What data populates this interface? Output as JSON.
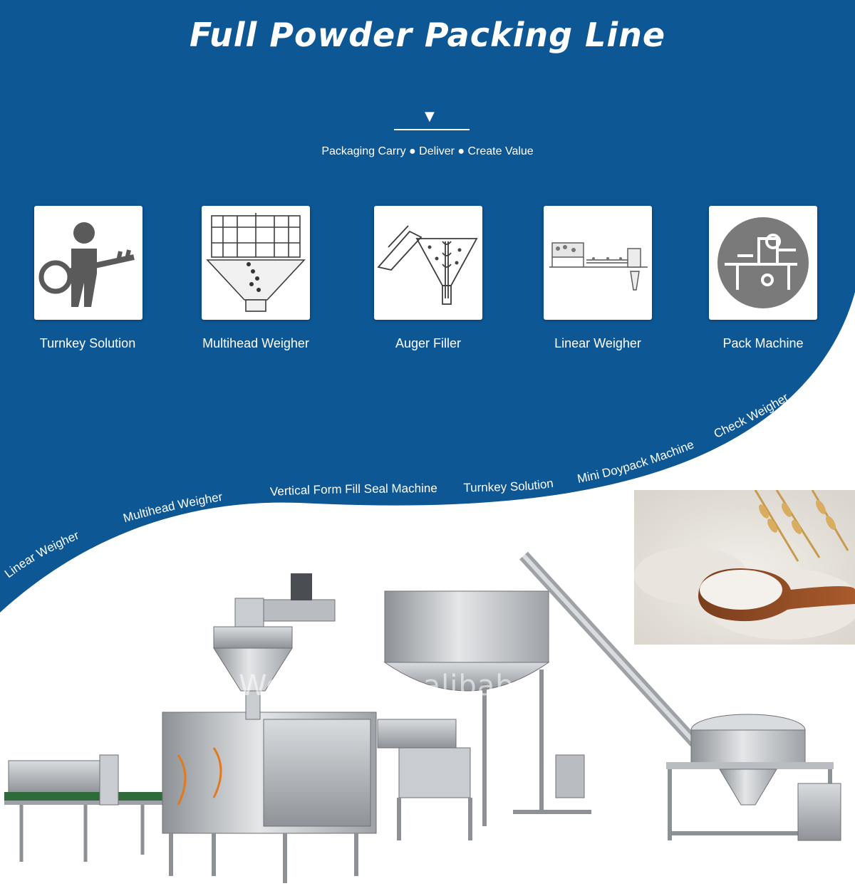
{
  "banner": {
    "title": "Full Powder Packing Line",
    "divider_symbol": "▼",
    "tagline": "Packaging Carry ● Deliver ● Create Value",
    "background_color": "#0d5795"
  },
  "cards": [
    {
      "label": "Turnkey Solution",
      "icon": "turnkey-person-key-icon"
    },
    {
      "label": "Multihead Weigher",
      "icon": "multihead-weigher-icon"
    },
    {
      "label": "Auger Filler",
      "icon": "auger-filler-icon"
    },
    {
      "label": "Linear Weigher",
      "icon": "linear-weigher-icon"
    },
    {
      "label": "Pack Machine",
      "icon": "pack-machine-icon"
    }
  ],
  "curve_labels": [
    "Linear Weigher",
    "Multihead Weigher",
    "Vertical Form Fill Seal Machine",
    "Turnkey Solution",
    "Mini Doypack Machine",
    "Check Weigher"
  ],
  "photos": {
    "machine_line": "powder-packing-line-photo",
    "flour": "flour-wheat-spoon-photo",
    "watermark": "Weighlin.en.alibaba.com"
  }
}
